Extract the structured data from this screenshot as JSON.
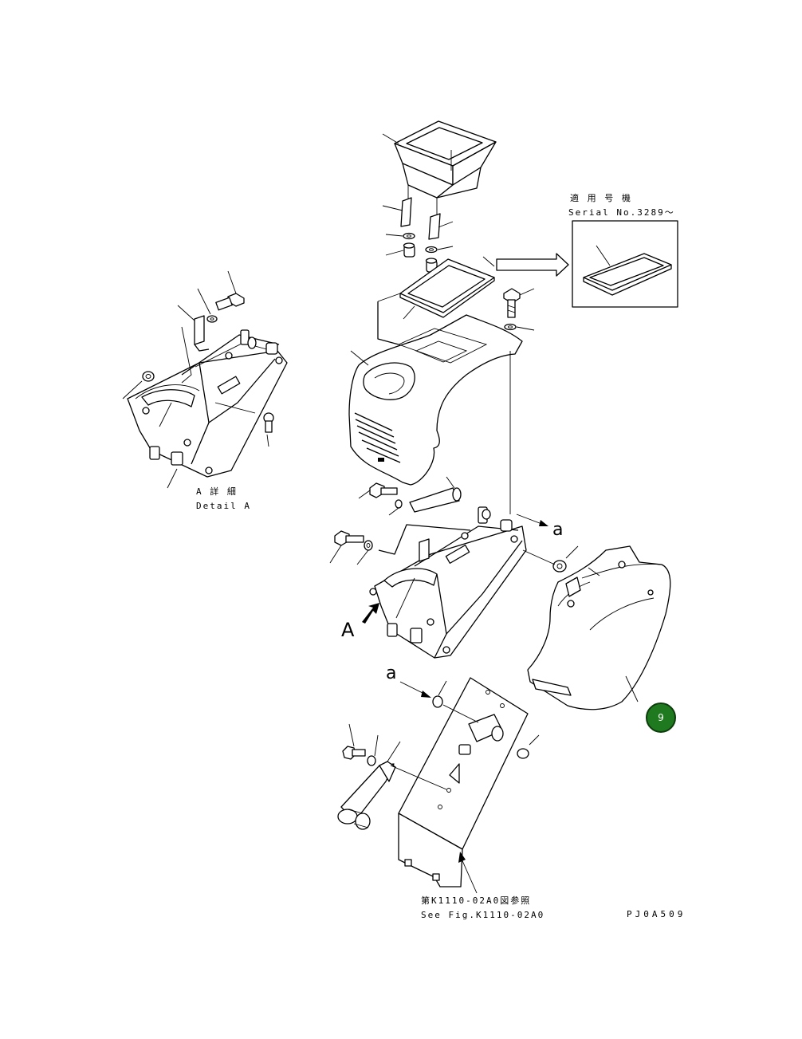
{
  "labels": {
    "serial_jp": "適 用 号 機",
    "serial_en": "Serial No.3289～",
    "detail_jp": "A 詳 細",
    "detail_en": "Detail A",
    "see_fig_jp": "第K1110-02A0図参照",
    "see_fig_en": "See Fig.K1110-02A0",
    "drawing_code": "PJ0A509"
  },
  "markers": {
    "view_arrow": "A",
    "ref_a_upper": "a",
    "ref_a_lower": "a"
  },
  "callout": {
    "number": "9",
    "color": "#1f7a1f"
  }
}
